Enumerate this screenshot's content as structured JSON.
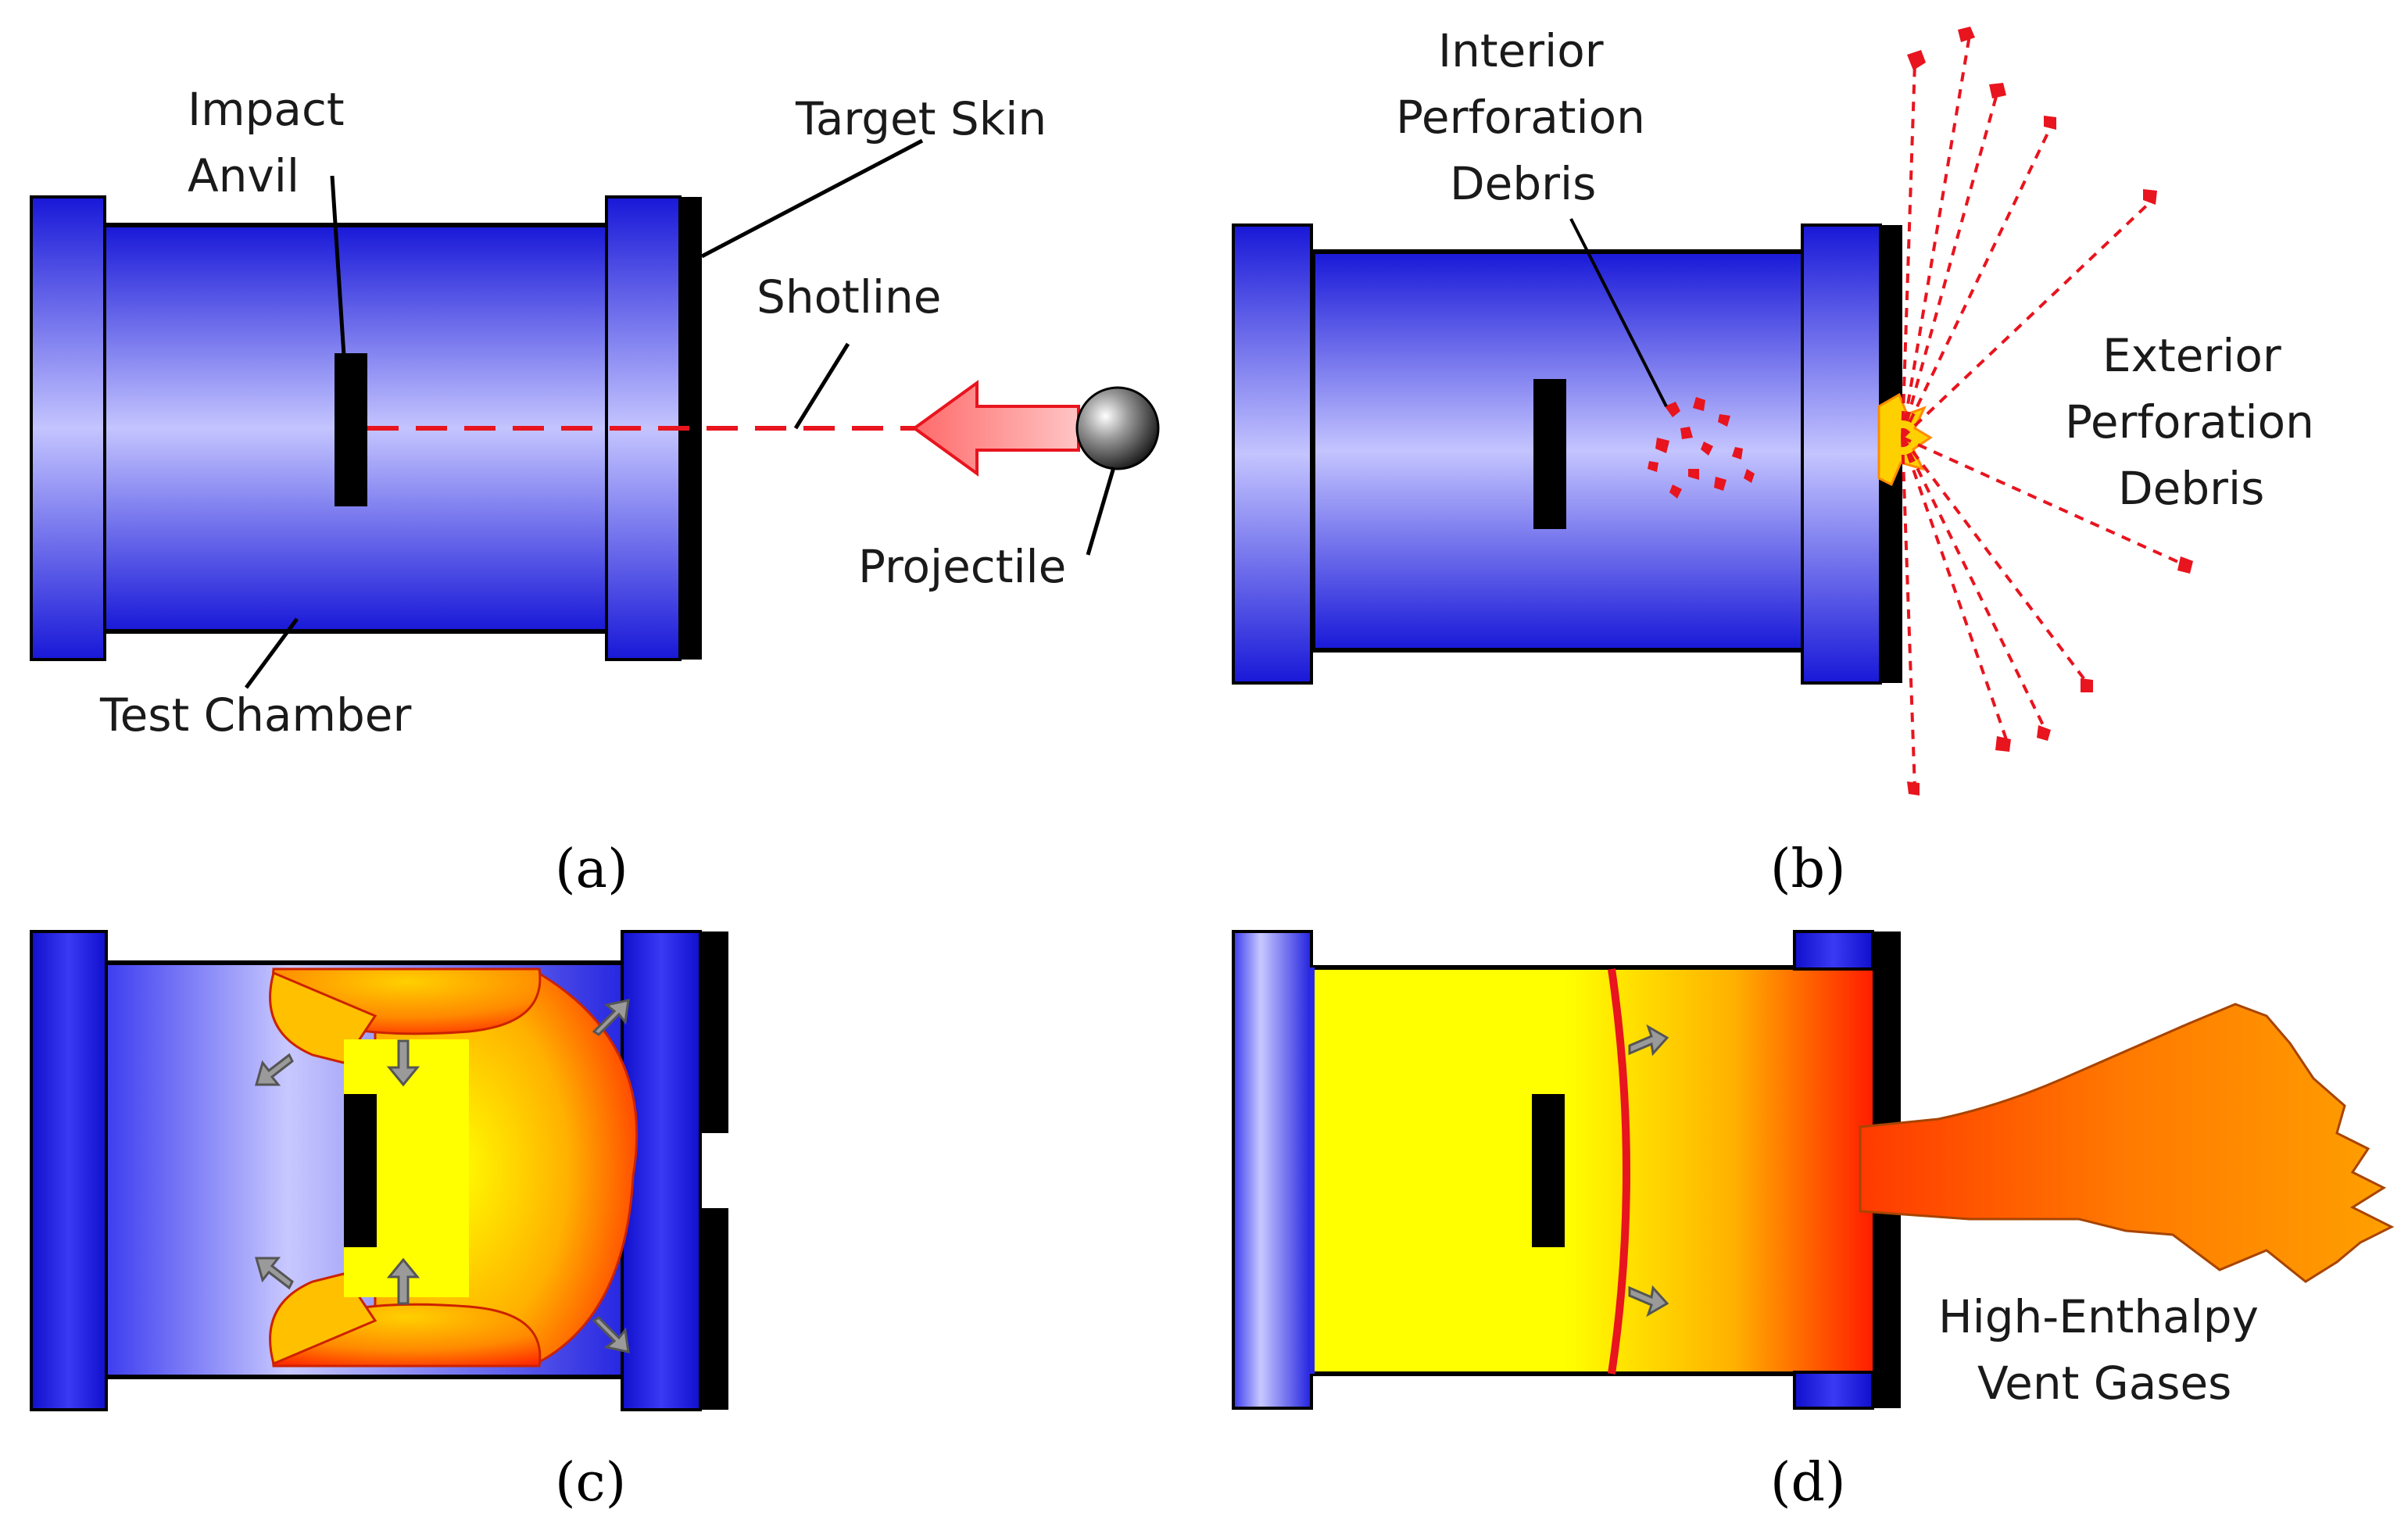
{
  "panels": [
    {
      "id": "a",
      "caption": "(a)",
      "labels": {
        "impact_anvil_1": "Impact",
        "impact_anvil_2": "Anvil",
        "target_skin": "Target Skin",
        "shotline": "Shotline",
        "projectile": "Projectile",
        "test_chamber": "Test Chamber"
      }
    },
    {
      "id": "b",
      "caption": "(b)",
      "labels": {
        "interior_1": "Interior",
        "interior_2": "Perforation",
        "interior_3": "Debris",
        "exterior_1": "Exterior",
        "exterior_2": "Perforation",
        "exterior_3": "Debris"
      }
    },
    {
      "id": "c",
      "caption": "(c)",
      "labels": {}
    },
    {
      "id": "d",
      "caption": "(d)",
      "labels": {
        "vent_1": "High-Enthalpy",
        "vent_2": "Vent Gases"
      }
    }
  ],
  "colors": {
    "chamber_blue": "#2a2ae8",
    "chamber_light": "#c8c8ff",
    "skin": "#000000",
    "debris": "#e8141e",
    "fire_yellow": "#ffff00",
    "fire_orange": "#ff8a00",
    "fire_red": "#ff2a00",
    "arrow_gray": "#9a9a9a"
  }
}
